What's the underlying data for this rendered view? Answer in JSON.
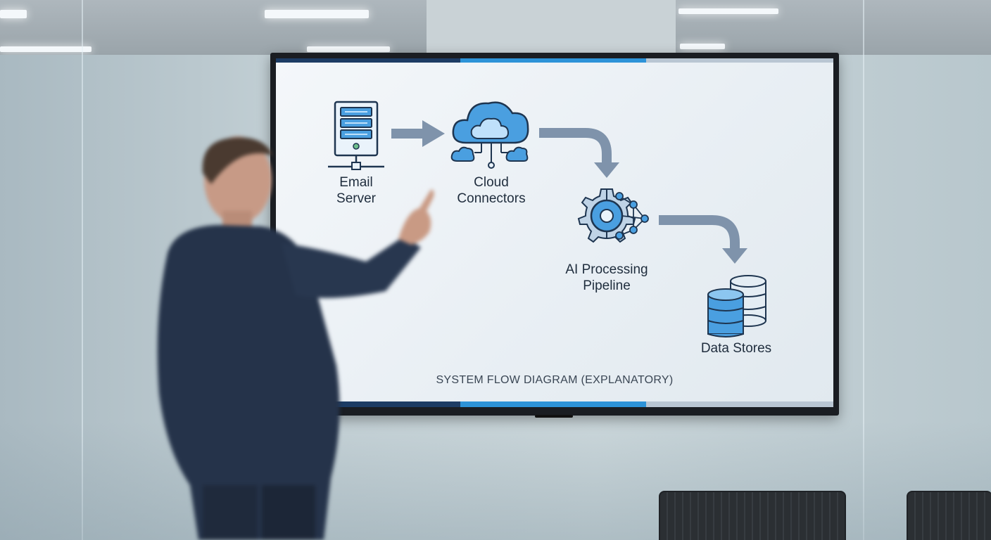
{
  "screen": {
    "nodes": [
      {
        "label_line1": "Email",
        "label_line2": "Server",
        "icon": "server-icon"
      },
      {
        "label_line1": "Cloud",
        "label_line2": "Connectors",
        "icon": "cloud-network-icon"
      },
      {
        "label_line1": "AI Processing",
        "label_line2": "Pipeline",
        "icon": "gear-neural-network-icon"
      },
      {
        "label_line1": "Data Stores",
        "label_line2": "",
        "icon": "database-icon"
      }
    ],
    "caption": "SYSTEM FLOW DIAGRAM (EXPLANATORY)"
  },
  "colors": {
    "icon_blue": "#4a9fe0",
    "icon_light": "#bfe0fa",
    "outline": "#1e3550",
    "arrow": "#7f93ab",
    "bar_dark": "#1d3c64",
    "bar_accent": "#2d93d8",
    "bar_light": "#b9c6d3"
  }
}
